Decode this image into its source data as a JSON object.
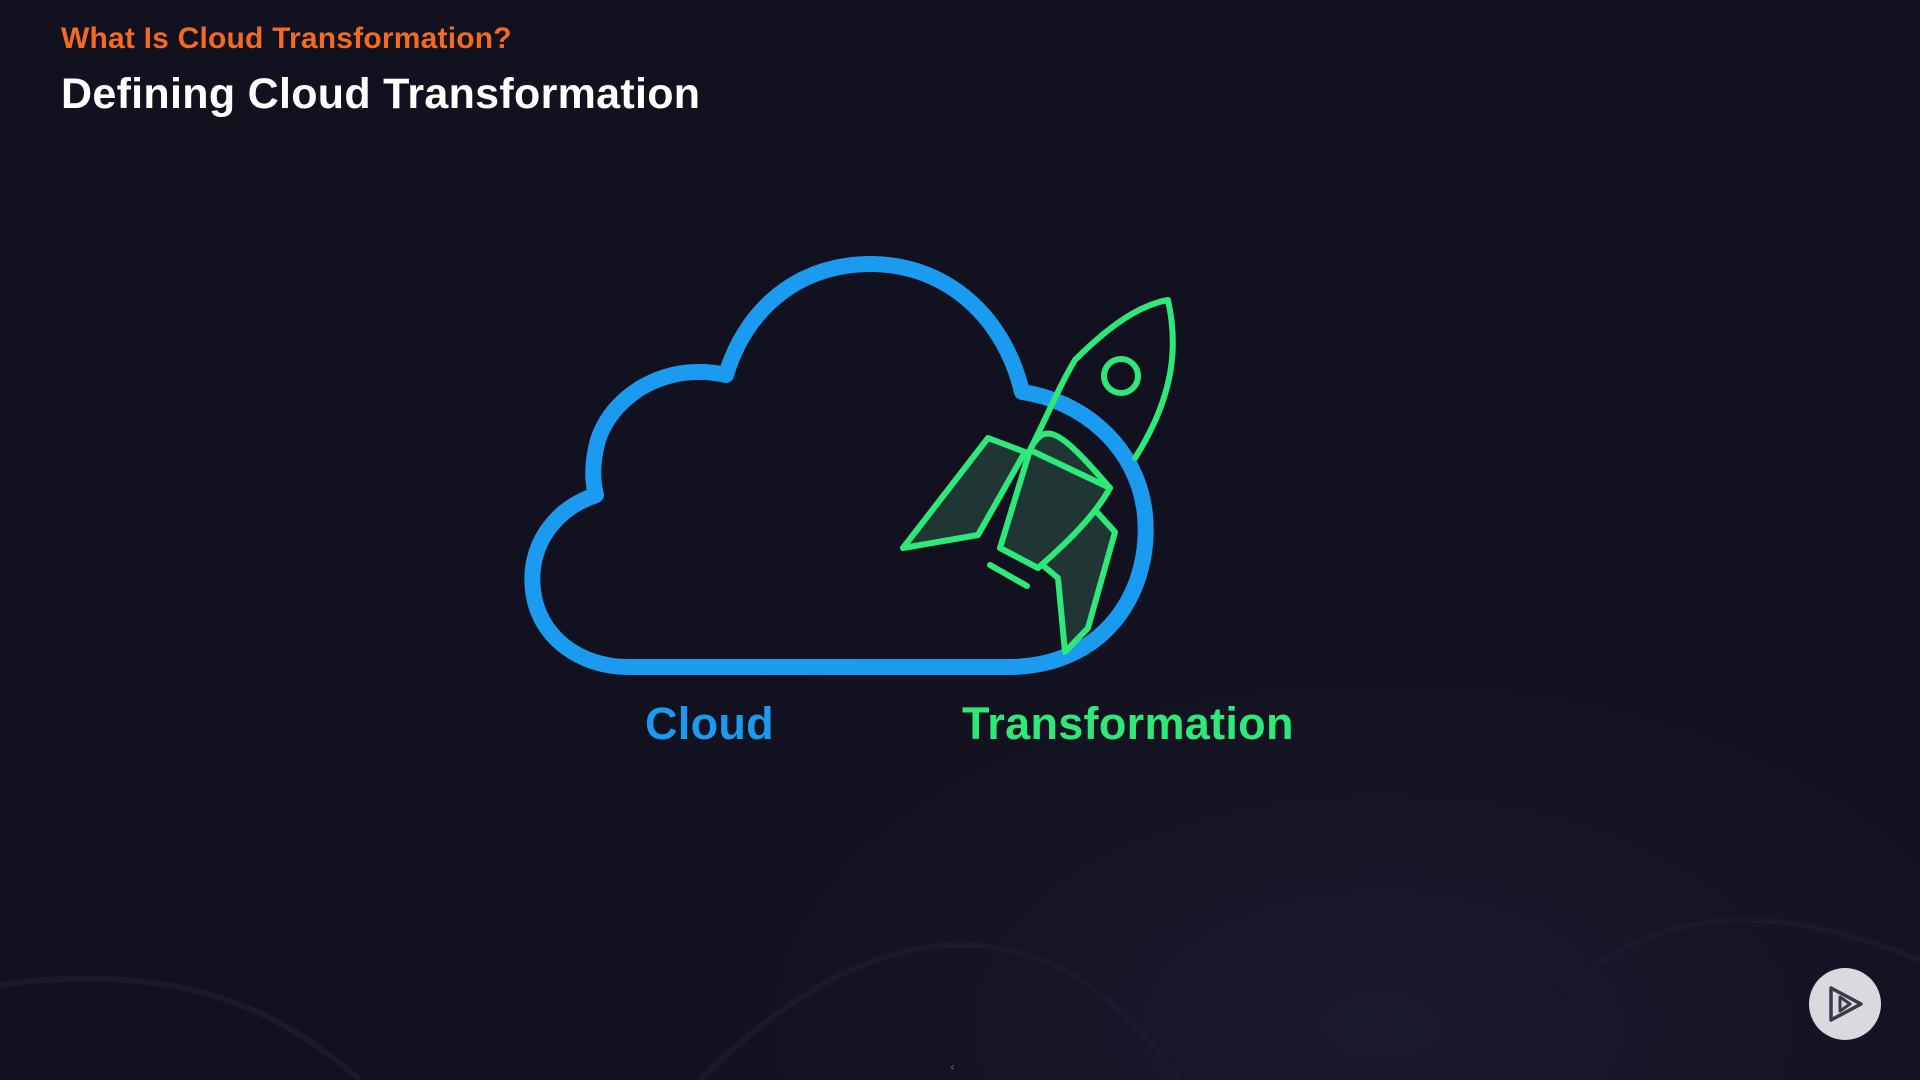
{
  "slide": {
    "kicker": "What Is Cloud Transformation?",
    "title": "Defining Cloud Transformation"
  },
  "illustration": {
    "cloud_label": "Cloud",
    "transformation_label": "Transformation",
    "cloud_icon": "cloud-icon",
    "rocket_icon": "rocket-icon"
  },
  "controls": {
    "play_icon": "play-icon",
    "nav_glyph": "‹"
  },
  "colors": {
    "background": "#12111f",
    "kicker": "#f26b21",
    "title": "#ffffff",
    "cloud": "#1a9bef",
    "rocket": "#2ee87a",
    "rocket_fill": "#1f3634",
    "play_button": "#d9d9de",
    "play_icon": "#3a3a48"
  }
}
